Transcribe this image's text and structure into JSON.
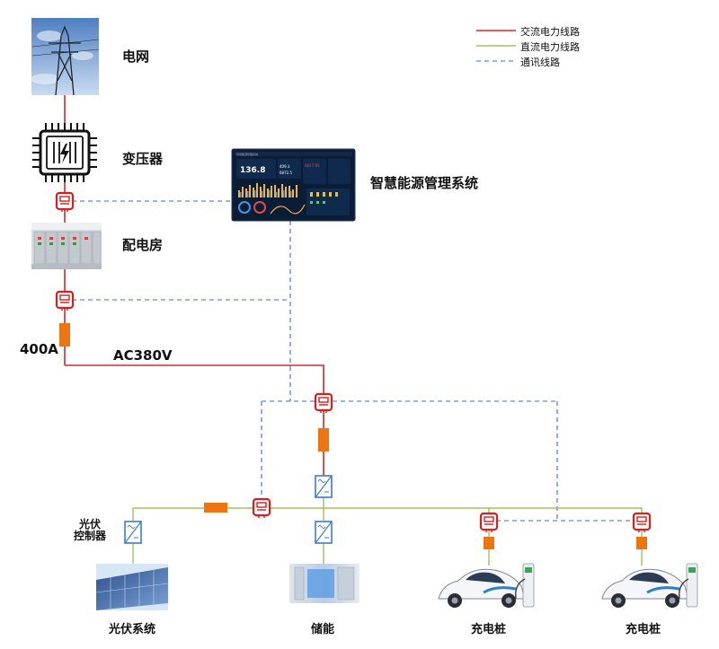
{
  "legend": {
    "ac_line": "交流电力线路",
    "dc_line": "直流电力线路",
    "comm_line": "通讯线路"
  },
  "nodes": {
    "grid": "电网",
    "transformer": "变压器",
    "ems": "智慧能源管理系统",
    "distribution_room": "配电房",
    "pv_controller": "光伏\n控制器",
    "pv_system": "光伏系统",
    "storage": "储能",
    "charger_1": "充电桩",
    "charger_2": "充电桩"
  },
  "labels": {
    "breaker_current": "400A",
    "ac_voltage": "AC380V"
  },
  "ems_screen": {
    "header_left": "智慧能源管理系统",
    "value_1": "136.8",
    "value_2": "409.3",
    "value_3": "6872.5",
    "value_4": "6817.95"
  },
  "colors": {
    "ac": "#d42a2a",
    "dc": "#9dc55a",
    "comm": "#2e74c9",
    "breaker": "#ec7411",
    "meter": "#d61f1f"
  }
}
